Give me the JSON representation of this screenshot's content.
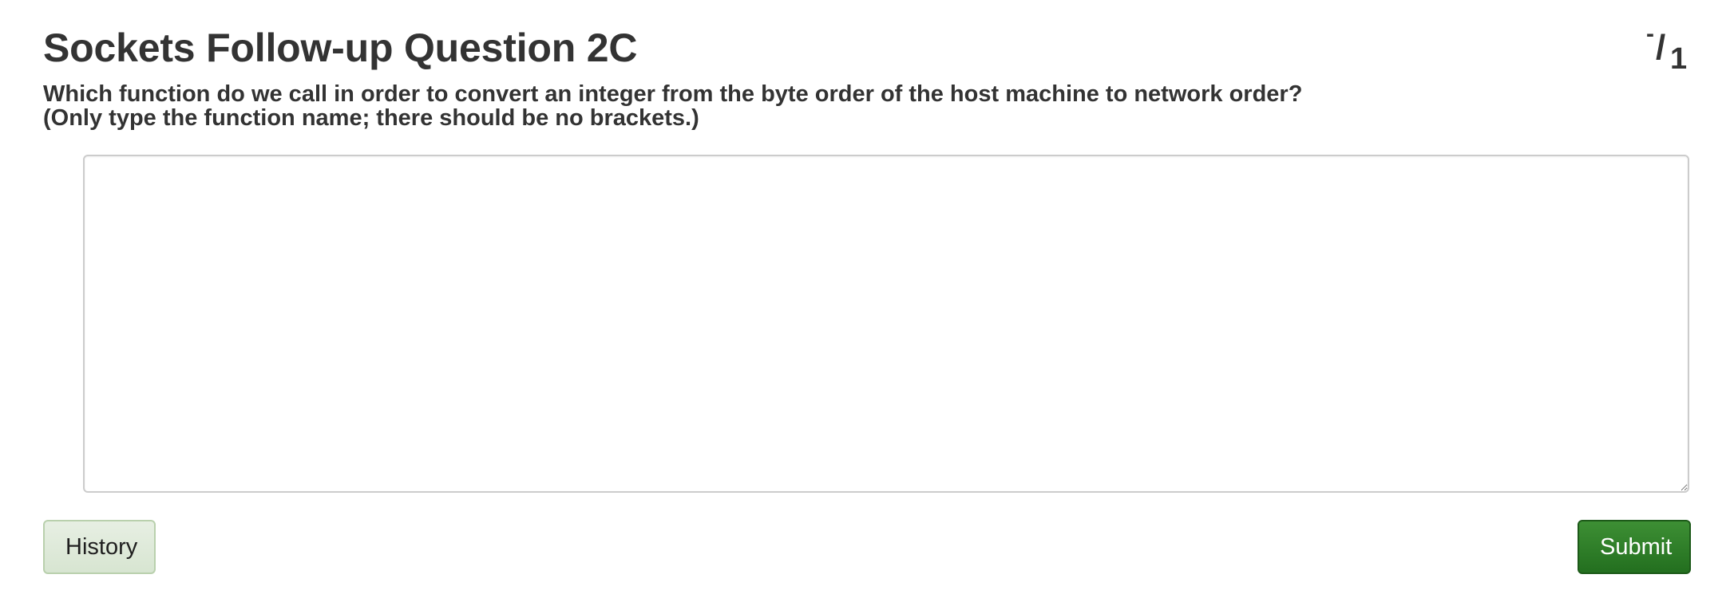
{
  "question": {
    "title": "Sockets Follow-up Question 2C",
    "score": {
      "earned": "-",
      "separator": "/",
      "total": "1"
    },
    "prompt": {
      "line1": "Which function do we call in order to convert an integer from the byte order of the host machine to network order?",
      "line2": "(Only type the function name; there should be no brackets.)"
    },
    "answer": {
      "value": "",
      "placeholder": ""
    },
    "buttons": {
      "history_label": "History",
      "submit_label": "Submit"
    },
    "colors": {
      "submit_background": "#2f7f28",
      "history_background": "#dfe9da",
      "text": "#333333"
    }
  }
}
